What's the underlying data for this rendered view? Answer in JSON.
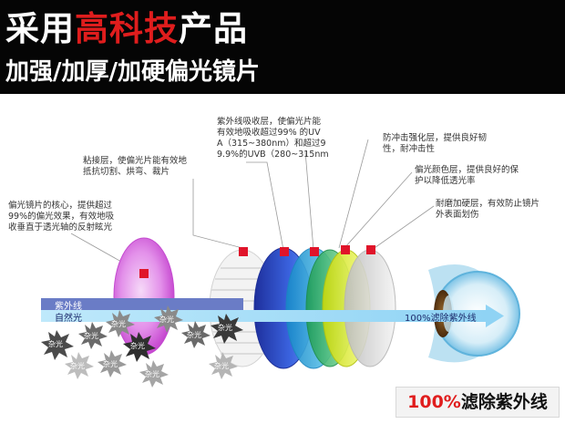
{
  "header": {
    "title_prefix": "采用",
    "title_highlight": "高科技",
    "title_suffix": "产品",
    "subtitle": "加强/加厚/加硬偏光镜片",
    "background": "#050505",
    "highlight_color": "#e01d1d"
  },
  "annotations": {
    "polarizing_core": [
      "偏光镜片的核心，提供超过",
      "99%的偏光效果，有效地吸",
      "收垂直于透光轴的反射眩光"
    ],
    "adhesive_layer": [
      "粘接层，使偏光片能有效地",
      "抵抗切割、烘弯、裁片"
    ],
    "uv_absorb_layer": [
      "紫外线吸收层，使偏光片能",
      "有效地吸收超过99% 的UV",
      "A（315~380nm）和超过9",
      "9.9%的UVB（280~315nm"
    ],
    "impact_layer": [
      "防冲击强化层，提供良好韧",
      "性，耐冲击性"
    ],
    "color_layer": [
      "偏光颜色层，提供良好的保",
      "护以降低透光率"
    ],
    "hard_coat_layer": [
      "耐磨加硬层，有效防止镜片",
      "外表面划伤"
    ]
  },
  "beams": {
    "uv_label": "紫外线",
    "natural_label": "自然光",
    "filtered_label": "100%滤除紫外线"
  },
  "glare_labels": [
    "杂光",
    "杂光",
    "杂光",
    "杂光",
    "杂光",
    "杂光",
    "杂光",
    "杂光",
    "杂光",
    "杂光",
    "杂光"
  ],
  "result_box": {
    "percent": "100%",
    "text": "滤除紫外线"
  },
  "layer_colors": {
    "polarizer": "#d03fd6",
    "adhesive": "#e6e6e6",
    "uv_absorb_blue": "#2f4fd0",
    "uv_absorb_cyan": "#34b6e4",
    "impact": "#2fb868",
    "color": "#e3f225",
    "hard_coat": "#dcdcdc",
    "marker": "#e0142a"
  }
}
